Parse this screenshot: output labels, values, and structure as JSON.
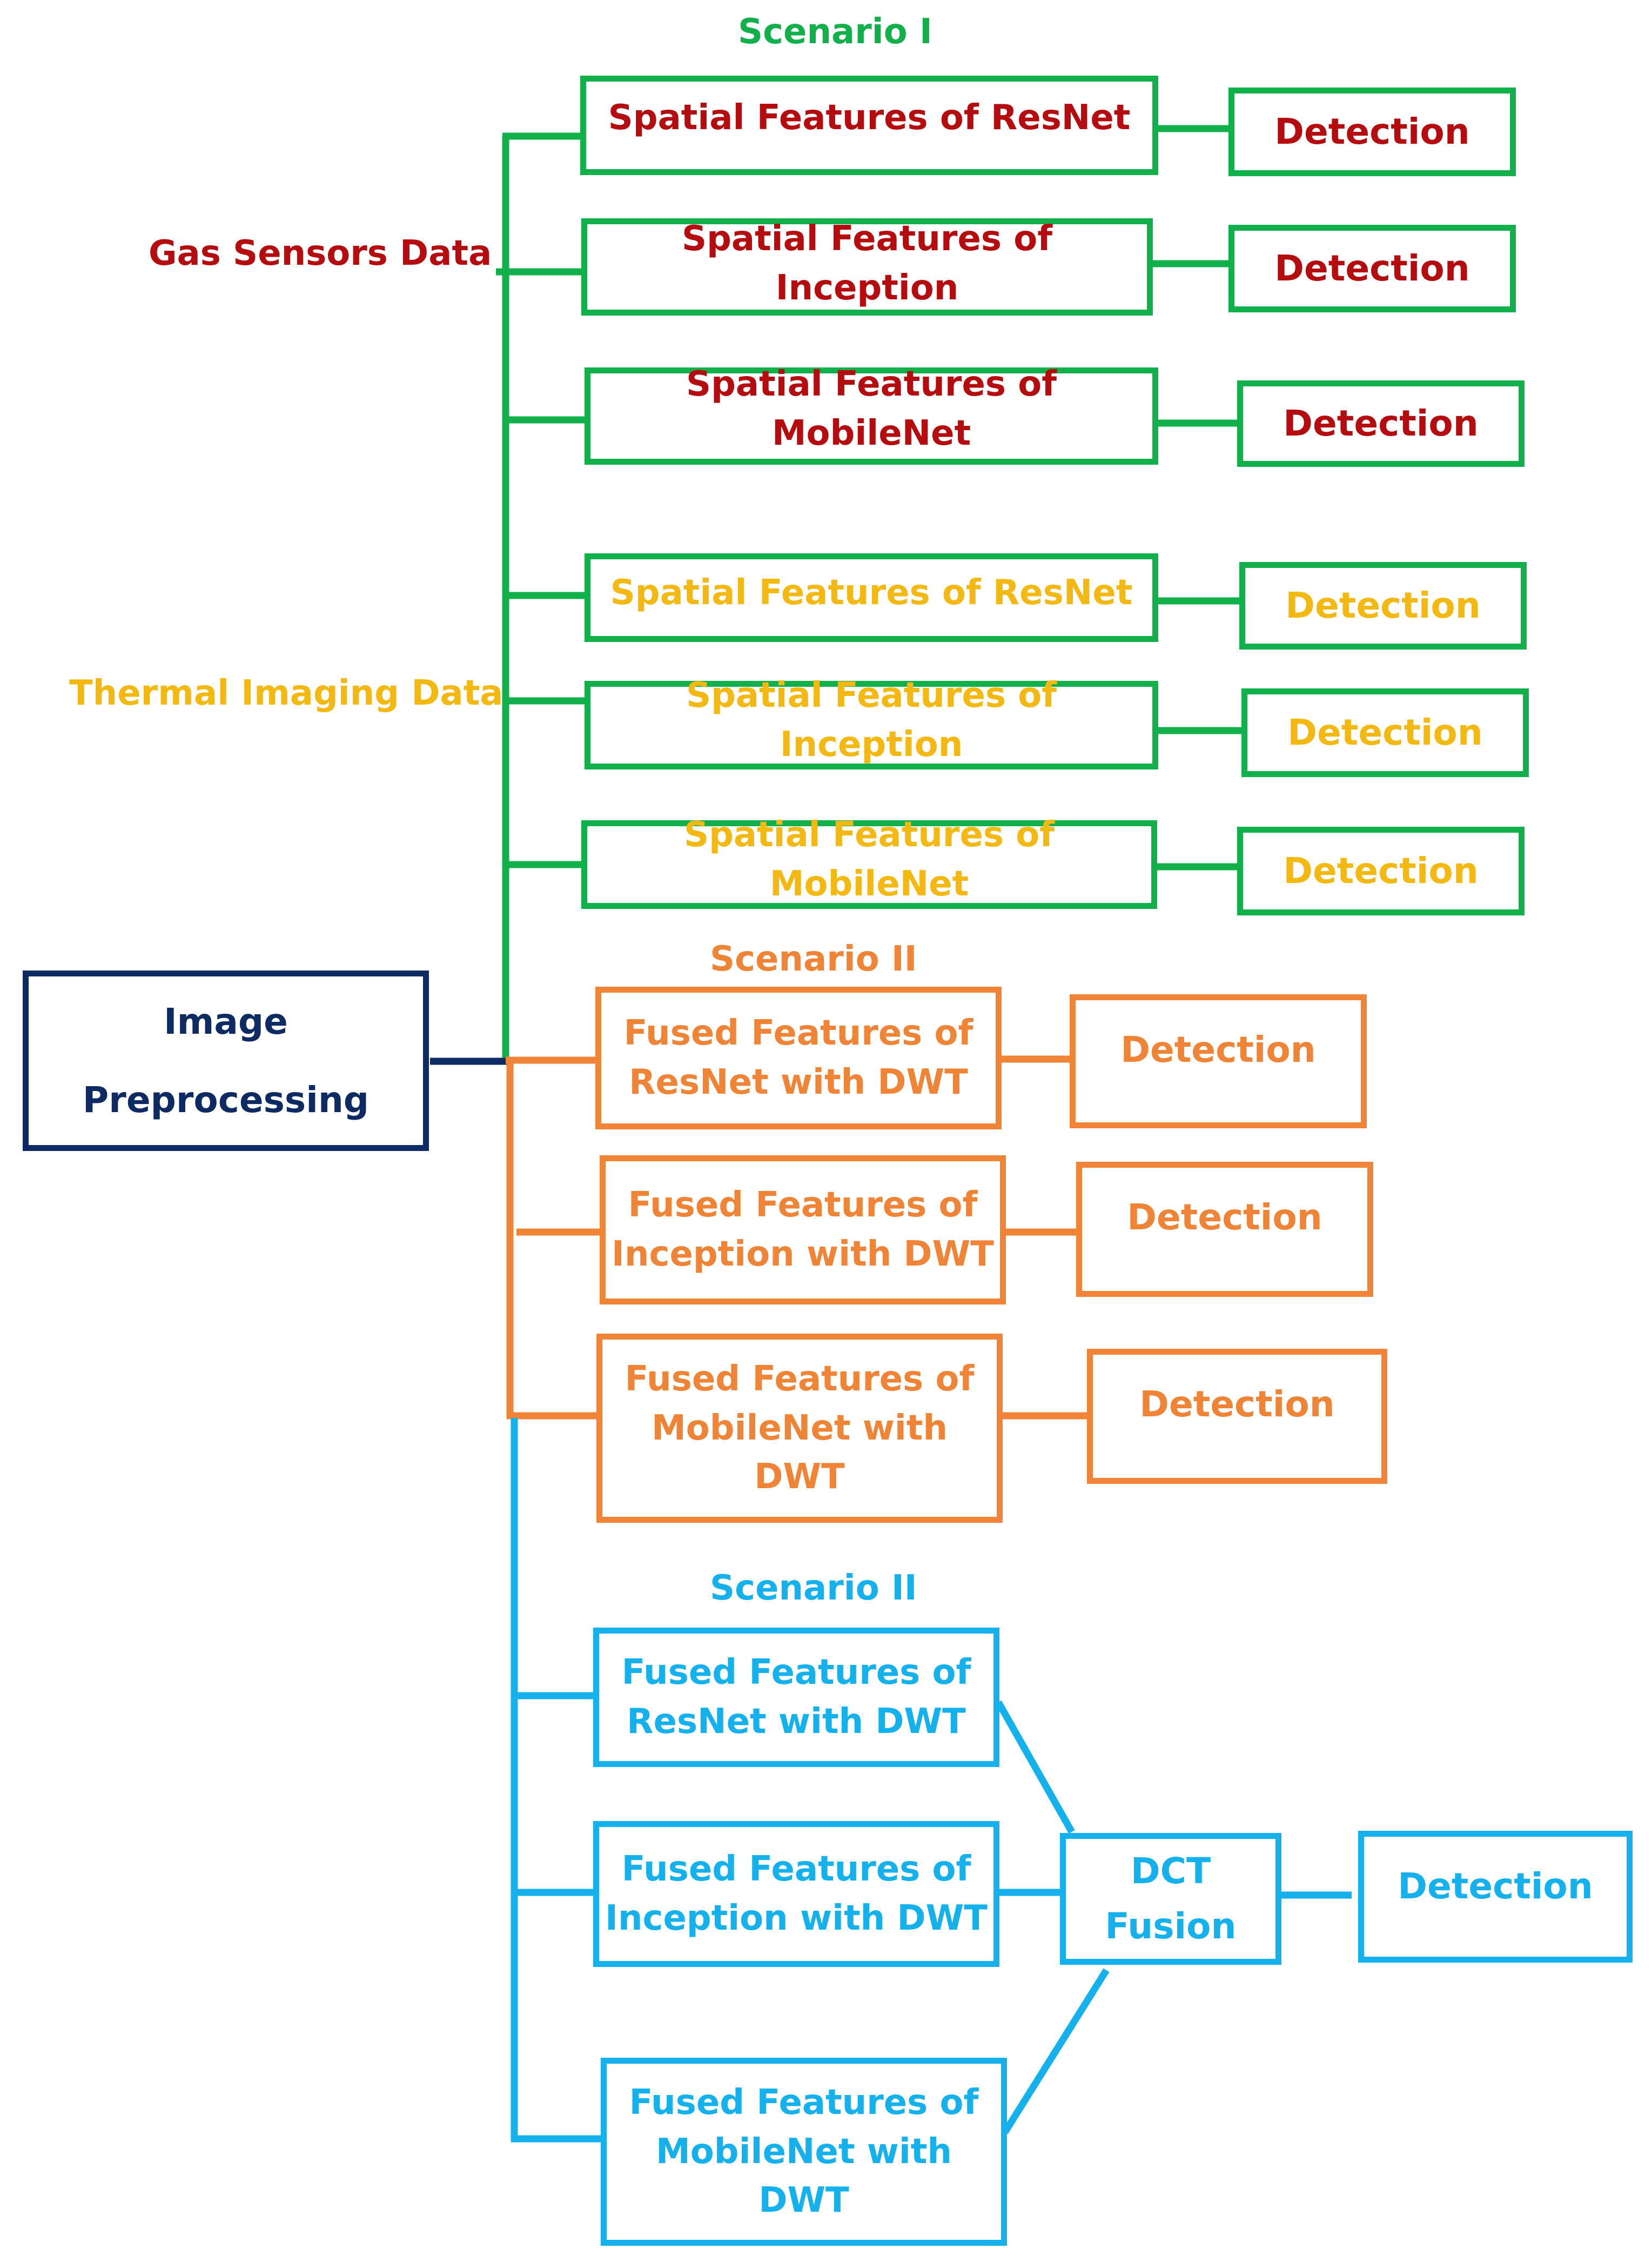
{
  "colors": {
    "scenario1_line": "#12b04a",
    "scenario2_line": "#ef8436",
    "scenario3_line": "#14b1ec",
    "gas_text": "#b50d0f",
    "thermal_text": "#f3b912",
    "root": "#0d2a63"
  },
  "headings": {
    "scenario1": "Scenario I",
    "scenario2": "Scenario II",
    "scenario3": "Scenario II"
  },
  "sources": {
    "gas": "Gas Sensors Data",
    "thermal": "Thermal Imaging Data"
  },
  "root": {
    "line1": "Image",
    "line2": "Preprocessing"
  },
  "scenario1": {
    "gas": [
      {
        "feature": "Spatial Features of ResNet",
        "output": "Detection"
      },
      {
        "feature": "Spatial Features of  Inception",
        "output": "Detection"
      },
      {
        "feature": "Spatial Features of  MobileNet",
        "output": "Detection"
      }
    ],
    "thermal": [
      {
        "feature": "Spatial Features of  ResNet",
        "output": "Detection"
      },
      {
        "feature": "Spatial Features of  Inception",
        "output": "Detection"
      },
      {
        "feature": "Spatial Features of  MobileNet",
        "output": "Detection"
      }
    ]
  },
  "scenario2": [
    {
      "feature": "Fused Features of\nResNet with DWT",
      "output": "Detection"
    },
    {
      "feature": "Fused Features of\nInception with DWT",
      "output": "Detection"
    },
    {
      "feature": "Fused Features of\nMobileNet with\nDWT",
      "output": "Detection"
    }
  ],
  "scenario3": {
    "features": [
      "Fused Features of\nResNet with DWT",
      "Fused Features of\nInception with DWT",
      "Fused Features of\nMobileNet with\nDWT"
    ],
    "fusion": "DCT\nFusion",
    "output": "Detection"
  }
}
